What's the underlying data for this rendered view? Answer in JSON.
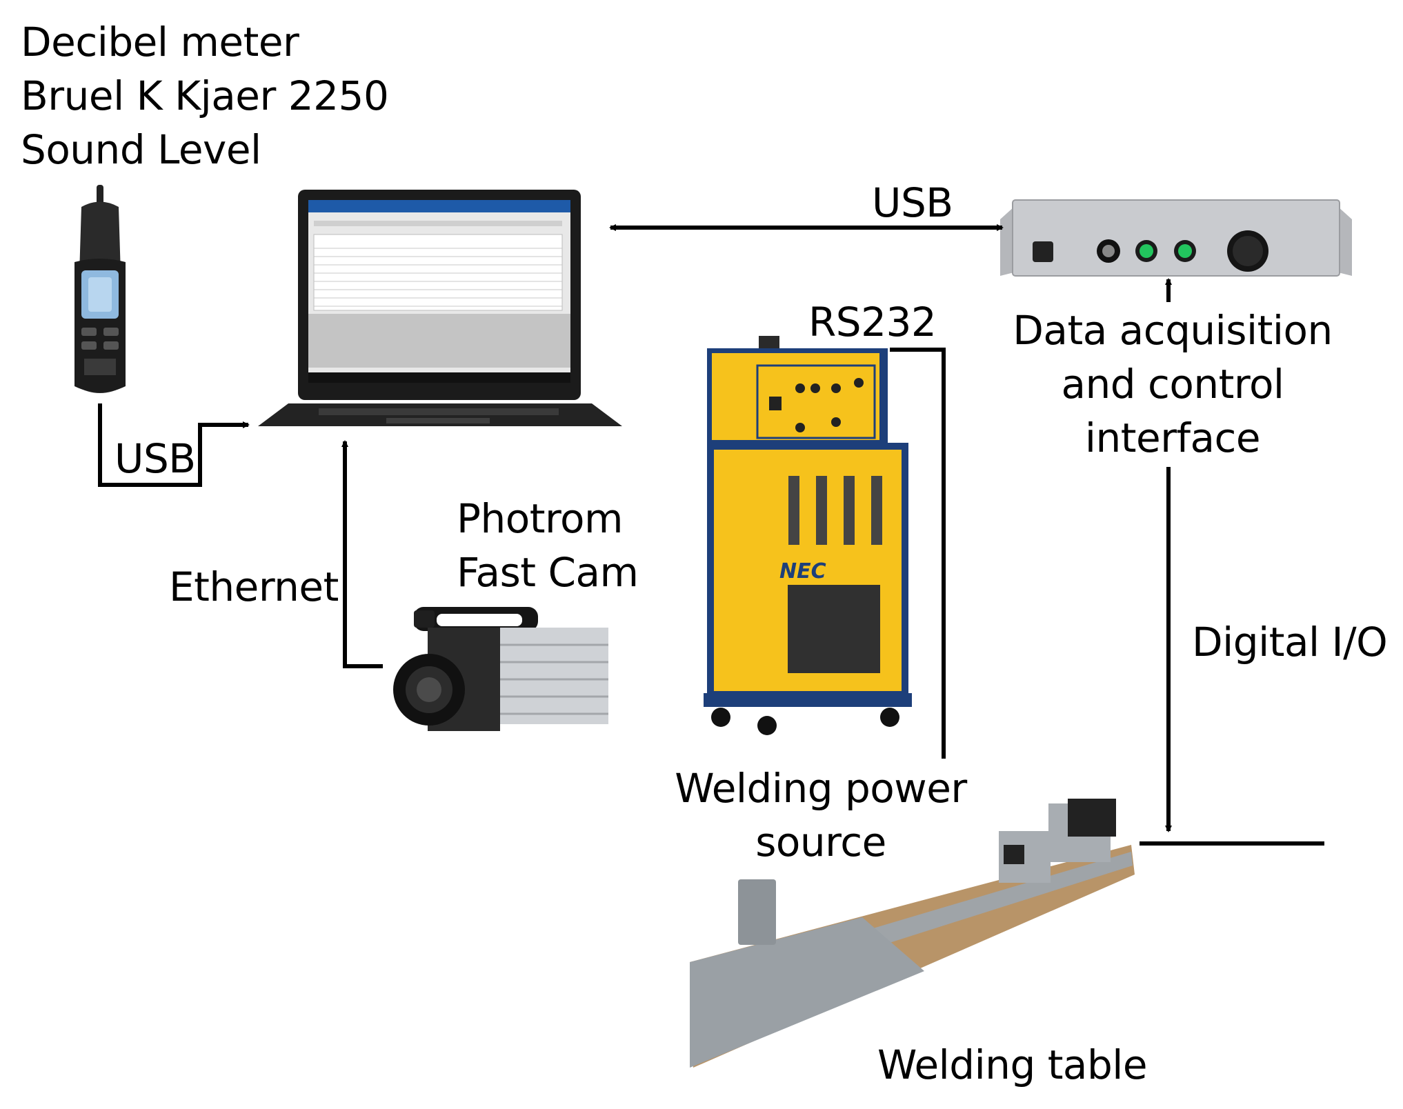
{
  "labels": {
    "decibel_meter": [
      "Decibel meter",
      "Bruel K Kjaer 2250",
      "Sound Level"
    ],
    "usb_meter": "USB",
    "usb_top": "USB",
    "rs232": "RS232",
    "daq": [
      "Data acquisition",
      "and control",
      "interface"
    ],
    "ethernet": "Ethernet",
    "camera": [
      "Photrom",
      "Fast Cam"
    ],
    "digital_io": "Digital I/O",
    "power_source": [
      "Welding power",
      "source"
    ],
    "welding_table": "Welding table",
    "power_source_brand": "NEC"
  },
  "colors": {
    "line": "#000000",
    "power_source_yellow": "#f6c21c",
    "power_source_blue": "#1d3f7a",
    "laptop_body": "#1b1b1b",
    "daq_panel": "#c9cbcf",
    "indicator_green": "#22c55e"
  },
  "icons": [
    "sound-level-meter",
    "laptop",
    "daq-rack-unit",
    "welding-power-source",
    "high-speed-camera",
    "welding-table"
  ]
}
